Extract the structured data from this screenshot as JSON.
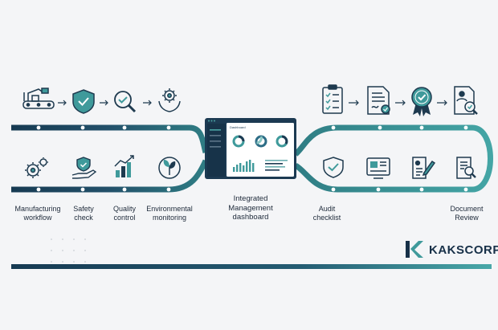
{
  "colors": {
    "navy": "#163a52",
    "teal": "#3f9a9b",
    "icon": "#1e3a4f",
    "accent": "#3f9a9b",
    "background": "#f4f5f7",
    "panel": "#ffffff"
  },
  "left_labels": [
    "Manufacturing\nworkflow",
    "Safety\ncheck",
    "Quality\ncontrol",
    "Environmental\nmonitoring"
  ],
  "center_label": "Integrated\nManagement\ndashboard",
  "right_labels": [
    "Audit\nchecklist",
    "Document\nReview"
  ],
  "dashboard": {
    "title": "Dashboard"
  },
  "brand": {
    "name": "KAKSCORP"
  },
  "icons_top_left": [
    "conveyor-robot-icon",
    "shield-check-icon",
    "magnifier-check-icon",
    "gear-hands-icon"
  ],
  "icons_bottom_left": [
    "gears-icon",
    "hand-shield-icon",
    "bar-chart-icon",
    "leaf-icon"
  ],
  "icons_top_right": [
    "clipboard-checklist-icon",
    "document-signature-icon",
    "award-badge-icon",
    "document-search-icon"
  ],
  "icons_bottom_right": [
    "shield-check-icon",
    "monitor-icon",
    "document-edit-icon",
    "file-search-icon"
  ]
}
